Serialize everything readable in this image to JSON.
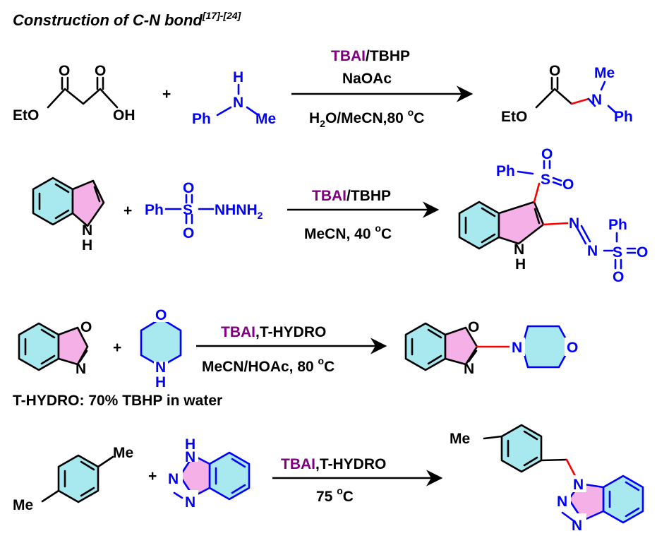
{
  "title": {
    "text": "Construction of C-N bond",
    "ref": "[17]-[24]"
  },
  "colors": {
    "black": "#000000",
    "blue": "#0000ff",
    "purple": "#800080",
    "red": "#ff0000",
    "cyan_fill": "#a8e8ef",
    "pink_fill": "#f5b0e8"
  },
  "r1": {
    "reactant1": {
      "EtO": "EtO",
      "OH": "OH",
      "O1": "O",
      "O2": "O"
    },
    "plus": "+",
    "reactant2": {
      "H": "H",
      "N": "N",
      "Ph": "Ph",
      "Me": "Me"
    },
    "cond_top1": "TBAI",
    "cond_top2": "/TBHP",
    "cond_top3": "NaOAc",
    "cond_bot_a": "H",
    "cond_bot_sub": "2",
    "cond_bot_b": "O/MeCN,80 ",
    "cond_bot_sup": "o",
    "cond_bot_c": "C",
    "product": {
      "O": "O",
      "EtO": "EtO",
      "Me": "Me",
      "N": "N",
      "Ph": "Ph"
    }
  },
  "r2": {
    "reactant1": {
      "N": "N",
      "H": "H"
    },
    "plus": "+",
    "reactant2": {
      "Ph": "Ph",
      "S": "S",
      "O1": "O",
      "O2": "O",
      "NHNH": "NHNH",
      "sub": "2"
    },
    "cond_top1": "TBAI",
    "cond_top2": "/TBHP",
    "cond_bot_a": "MeCN, 40 ",
    "cond_bot_sup": "o",
    "cond_bot_c": "C",
    "product": {
      "Ph1": "Ph",
      "S1": "S",
      "O1": "O",
      "O2": "O",
      "N1": "N",
      "H": "H",
      "N2": "N",
      "N3": "N",
      "Ph2": "Ph",
      "S2": "S",
      "O3": "O",
      "O4": "O"
    }
  },
  "r3": {
    "reactant1": {
      "O": "O",
      "N": "N"
    },
    "plus": "+",
    "reactant2": {
      "O": "O",
      "N": "N",
      "H": "H"
    },
    "cond_top1": "TBAI",
    "cond_top2": ",T-HYDRO",
    "cond_bot_a": "MeCN/HOAc, 80 ",
    "cond_bot_sup": "o",
    "cond_bot_c": "C",
    "product": {
      "O1": "O",
      "N1": "N",
      "N2": "N",
      "O2": "O"
    },
    "note": "T-HYDRO: 70% TBHP in water"
  },
  "r4": {
    "reactant1": {
      "Me1": "Me",
      "Me2": "Me"
    },
    "plus": "+",
    "reactant2": {
      "H": "H",
      "N1": "N",
      "N2": "N",
      "N3": "N"
    },
    "cond_top1": "TBAI",
    "cond_top2": ",T-HYDRO",
    "cond_bot_a": "75 ",
    "cond_bot_sup": "o",
    "cond_bot_c": "C",
    "product": {
      "Me": "Me",
      "N1": "N",
      "N2": "N",
      "N3": "N"
    }
  }
}
